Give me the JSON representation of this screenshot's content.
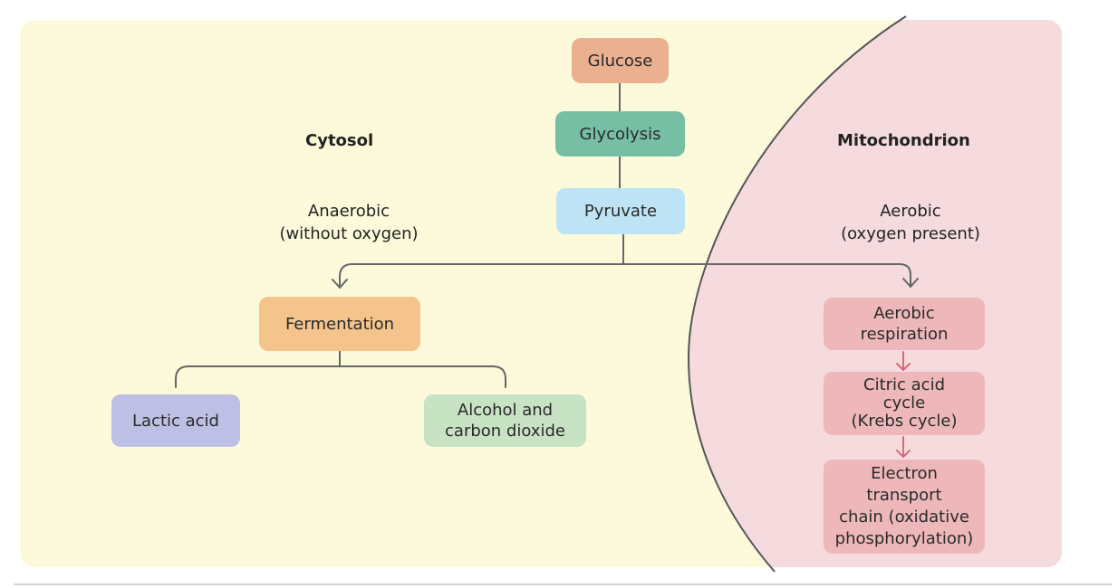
{
  "regions": {
    "cytosol": {
      "label": "Cytosol",
      "color": "#fdfadc"
    },
    "mitochondrion": {
      "label": "Mitochondrion",
      "color": "#f5dbdd"
    }
  },
  "conditions": {
    "anaerobic": {
      "line1": "Anaerobic",
      "line2": "(without oxygen)"
    },
    "aerobic": {
      "line1": "Aerobic",
      "line2": "(oxygen present)"
    }
  },
  "nodes": {
    "glucose": {
      "label": "Glucose",
      "color": "#eab08f"
    },
    "glycolysis": {
      "label": "Glycolysis",
      "color": "#76bfa4"
    },
    "pyruvate": {
      "label": "Pyruvate",
      "color": "#bde3f4"
    },
    "fermentation": {
      "label": "Fermentation",
      "color": "#f4c48c"
    },
    "lactic_acid": {
      "label": "Lactic acid",
      "color": "#bdc0e4"
    },
    "alcohol": {
      "line1": "Alcohol and",
      "line2": "carbon dioxide",
      "color": "#c8e2c4"
    },
    "aerobic_respiration": {
      "line1": "Aerobic",
      "line2": "respiration",
      "color": "#eeb8ba"
    },
    "citric_acid": {
      "line1": "Citric acid",
      "line2": "cycle",
      "line3": "(Krebs cycle)",
      "color": "#eeb8ba"
    },
    "etc": {
      "line1": "Electron",
      "line2": "transport",
      "line3": "chain (oxidative",
      "line4": "phosphorylation)",
      "color": "#eeb8ba"
    }
  },
  "connector_colors": {
    "main": "#666666",
    "mito": "#d9687a"
  }
}
